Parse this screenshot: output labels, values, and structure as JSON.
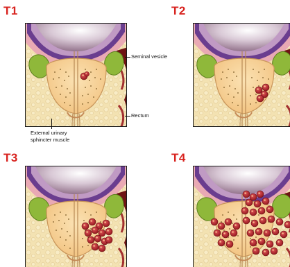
{
  "stages": [
    {
      "id": "t1",
      "label": "T1"
    },
    {
      "id": "t2",
      "label": "T2"
    },
    {
      "id": "t3",
      "label": "T3"
    },
    {
      "id": "t4",
      "label": "T4"
    }
  ],
  "callouts": {
    "seminal_vesicle": "Seminal vesicle",
    "rectum": "Rectum",
    "sphincter_line1": "External urinary",
    "sphincter_line2": "sphincter muscle"
  },
  "colors": {
    "stage_label": "#d8231f",
    "background_tissue": "#f3e2b2",
    "bladder_wall_pink": "#e9a9b4",
    "bladder_purple_band": "#6a3d8f",
    "seminal_vesicle_green": "#8fb83a",
    "prostate": "#f5cf93",
    "tumor_red": "#b2242a",
    "rectum_dark_red": "#6e1414"
  }
}
